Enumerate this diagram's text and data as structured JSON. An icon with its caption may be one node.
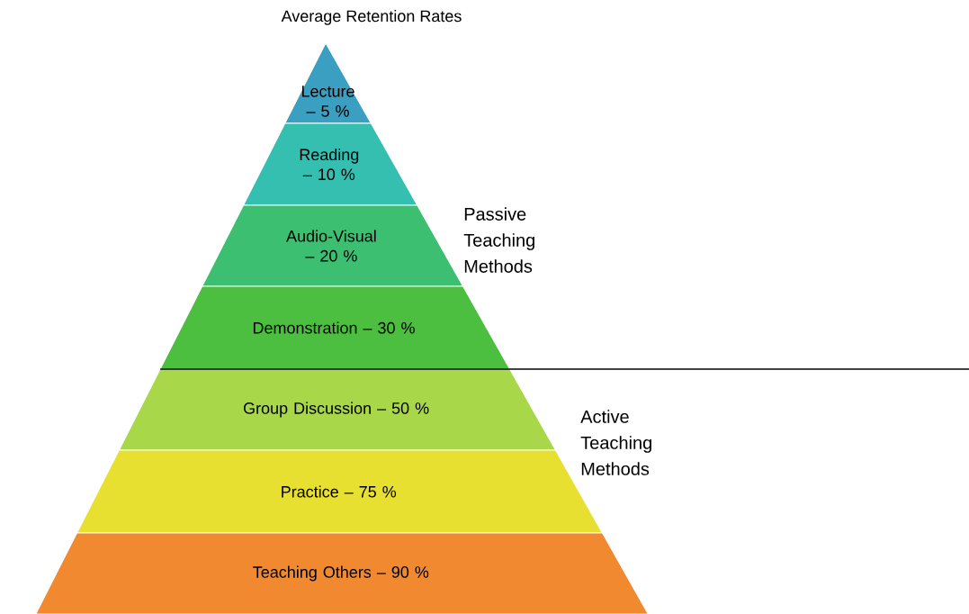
{
  "diagram": {
    "title": "Average Retention Rates",
    "nodes": [
      {
        "text": [
          "Lecture – 5 %"
        ]
      },
      {
        "text": [
          "Reading – 10 %"
        ]
      },
      {
        "text": [
          "Audio-Visual – 20 %"
        ]
      },
      {
        "text": [
          "Demonstration – 30 %"
        ]
      },
      {
        "text": [
          "Group Discussion – 50 %"
        ]
      },
      {
        "text": [
          "Practice – 75 %"
        ]
      },
      {
        "text": [
          "Teaching Others – 90 %"
        ]
      }
    ],
    "labels": [
      "Passive Teaching Methods",
      "Active Teaching Methods"
    ]
  }
}
